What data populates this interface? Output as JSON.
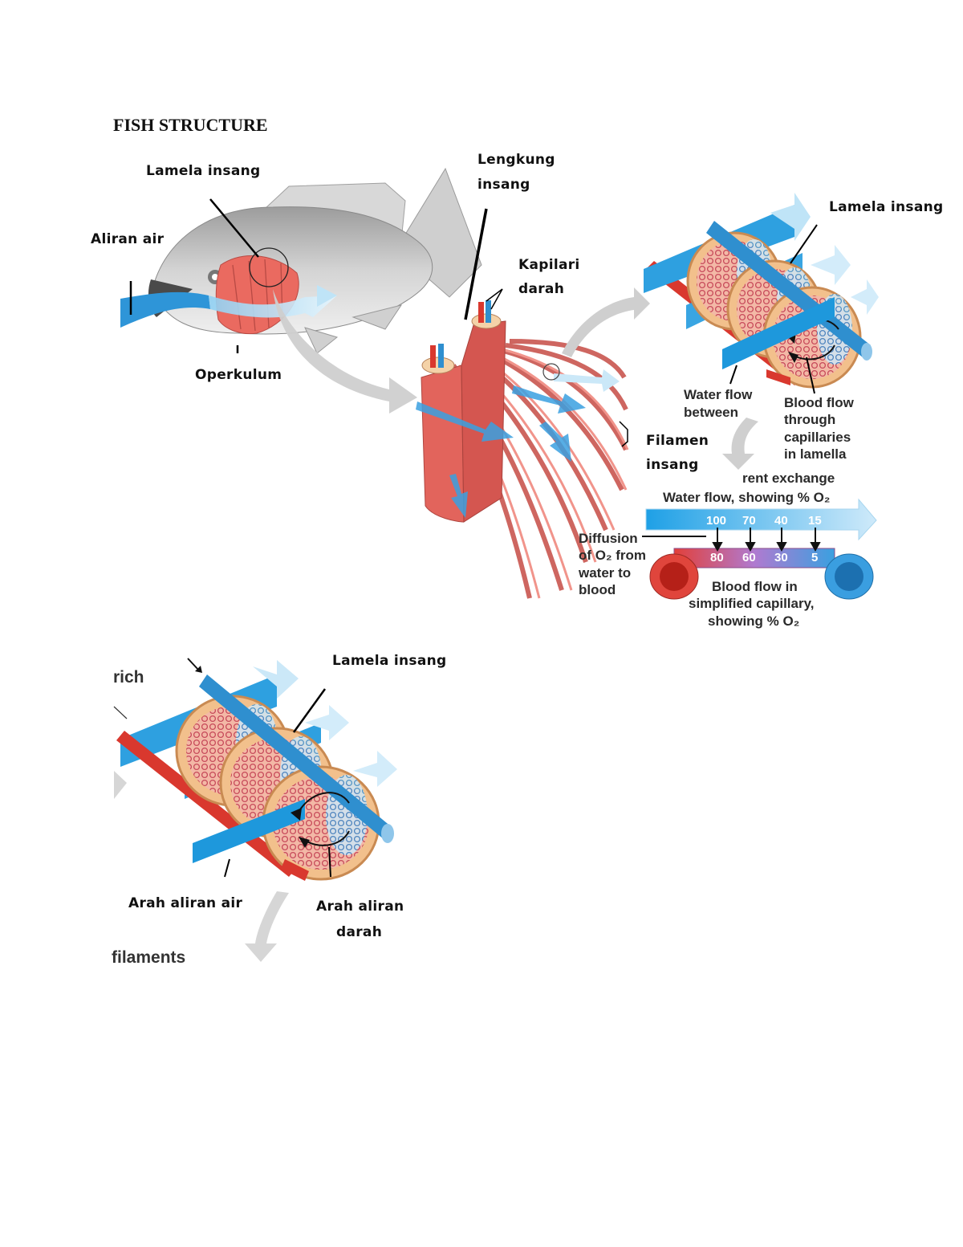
{
  "title": "FISH STRUCTURE",
  "labels": {
    "gill_lamella_fish": "Lamela insang",
    "water_flow": "Aliran air",
    "operculum": "Operkulum",
    "gill_arch_1": "Lengkung",
    "gill_arch_2": "insang",
    "capillary_1": "Kapilari",
    "capillary_2": "darah",
    "filament_1": "Filamen",
    "filament_2": "insang",
    "gill_lamella_right": "Lamela insang",
    "gill_lamella_bottom": "Lamela insang",
    "water_direction": "Arah aliran air",
    "blood_direction_1": "Arah aliran",
    "blood_direction_2": "darah"
  },
  "figure_text": {
    "water_flow_between_1": "Water flow",
    "water_flow_between_2": "between",
    "blood_flow_1": "Blood flow",
    "blood_flow_2": "through",
    "blood_flow_3": "capillaries",
    "blood_flow_4": "in lamella",
    "countercurrent": "rent exchange",
    "water_flow_o2": "Water flow, showing % O₂",
    "diffusion_1": "Diffusion",
    "diffusion_2": "of O₂ from",
    "diffusion_3": "water to",
    "diffusion_4": "blood",
    "blood_simplified_1": "Blood flow in",
    "blood_simplified_2": "simplified capillary,",
    "blood_simplified_3": "showing % O₂",
    "rich": "rich",
    "filaments": "filaments"
  },
  "water_o2": [
    "100",
    "70",
    "40",
    "15"
  ],
  "blood_o2": [
    "80",
    "60",
    "30",
    "5"
  ],
  "colors": {
    "water": "#3aa8e0",
    "blood_oxygenated": "#d9382e",
    "blood_deoxygenated": "#2f8fcf",
    "gill": "#e9867e",
    "arrow_gray": "#c8c8c8"
  }
}
